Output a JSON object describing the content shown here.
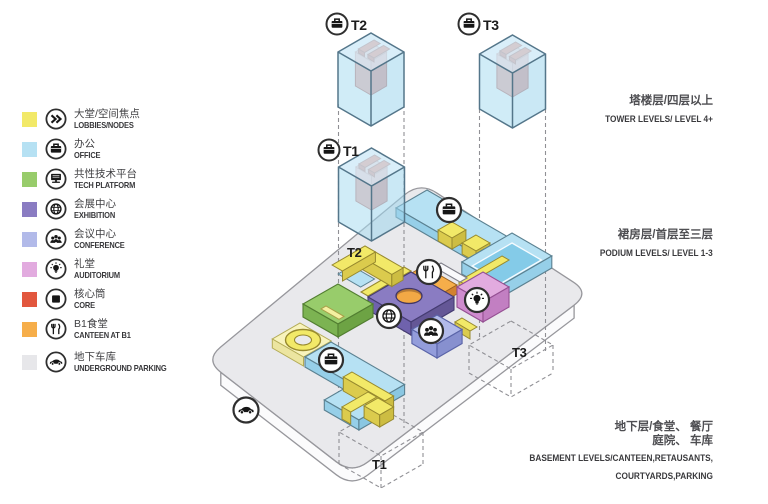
{
  "palette": {
    "lobbies_yellow": "#f2e968",
    "lobbies_side": "#dbcb4d",
    "office_blue": "#b6e1f3",
    "office_side": "#96cfe8",
    "pool_inner": "#84cbe8",
    "tech_green": "#98cc6b",
    "tech_side": "#7cb352",
    "exhibition_purple": "#8a7cc2",
    "exhibition_side": "#6f62ad",
    "conference_periwinkle": "#b2bae9",
    "conference_side": "#939ddb",
    "auditorium_orchid": "#e2abdf",
    "auditorium_side": "#cf8cce",
    "core_red": "#e2573e",
    "core_pink": "#f4b6b0",
    "canteen_orange": "#f6ae4a",
    "canteen_side": "#e0903a",
    "parking_gray": "#e7e7ea",
    "slab_gray": "#e9e9ec",
    "slab_side": "#fbfbfc",
    "cube_blue_top": "#cfeaf7",
    "cube_blue_face": "#aadcf0",
    "ring_plinth": "#f8f3bc",
    "courtyard_white": "#fafafc"
  },
  "legend": {
    "items": [
      {
        "icon": "chevrons-icon",
        "zh": "大堂/空间焦点",
        "en": "LOBBIES/NODES",
        "color": "lobbies_yellow"
      },
      {
        "icon": "briefcase-icon",
        "zh": "办公",
        "en": "OFFICE",
        "color": "office_blue"
      },
      {
        "icon": "monitor-icon",
        "zh": "共性技术平台",
        "en": "TECH PLATFORM",
        "color": "tech_green"
      },
      {
        "icon": "globe-icon",
        "zh": "会展中心",
        "en": "EXHIBITION",
        "color": "exhibition_purple"
      },
      {
        "icon": "people-icon",
        "zh": "会议中心",
        "en": "CONFERENCE",
        "color": "conference_periwinkle"
      },
      {
        "icon": "lightbulb-icon",
        "zh": "礼堂",
        "en": "AUDITORIUM",
        "color": "auditorium_orchid"
      },
      {
        "icon": "square-icon",
        "zh": "核心筒",
        "en": "CORE",
        "color": "core_red"
      },
      {
        "icon": "cutlery-icon",
        "zh": "B1食堂",
        "en": "CANTEEN AT B1",
        "color": "canteen_orange"
      },
      {
        "icon": "car-icon",
        "zh": "地下车库",
        "en": "UNDERGROUND PARKING",
        "color": "parking_gray"
      }
    ]
  },
  "towers": {
    "t1": "T1",
    "t2": "T2",
    "t3": "T3"
  },
  "levels": [
    {
      "zh1": "塔楼层/四层以上",
      "en1": "TOWER LEVELS/ LEVEL 4+"
    },
    {
      "zh1": "裙房层/首层至三层",
      "en1": "PODIUM LEVELS/ LEVEL 1-3"
    },
    {
      "zh1": "地下层/食堂、 餐厅",
      "zh2": "庭院、 车库",
      "en1": "BASEMENT LEVELS/CANTEEN,RETAUSANTS,",
      "en2": "COURTYARDS,PARKING"
    }
  ]
}
